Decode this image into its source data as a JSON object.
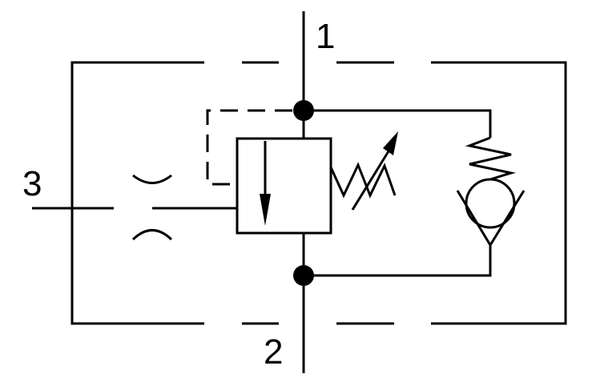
{
  "ports": {
    "port_1": "1",
    "port_2": "2",
    "port_3": "3"
  }
}
